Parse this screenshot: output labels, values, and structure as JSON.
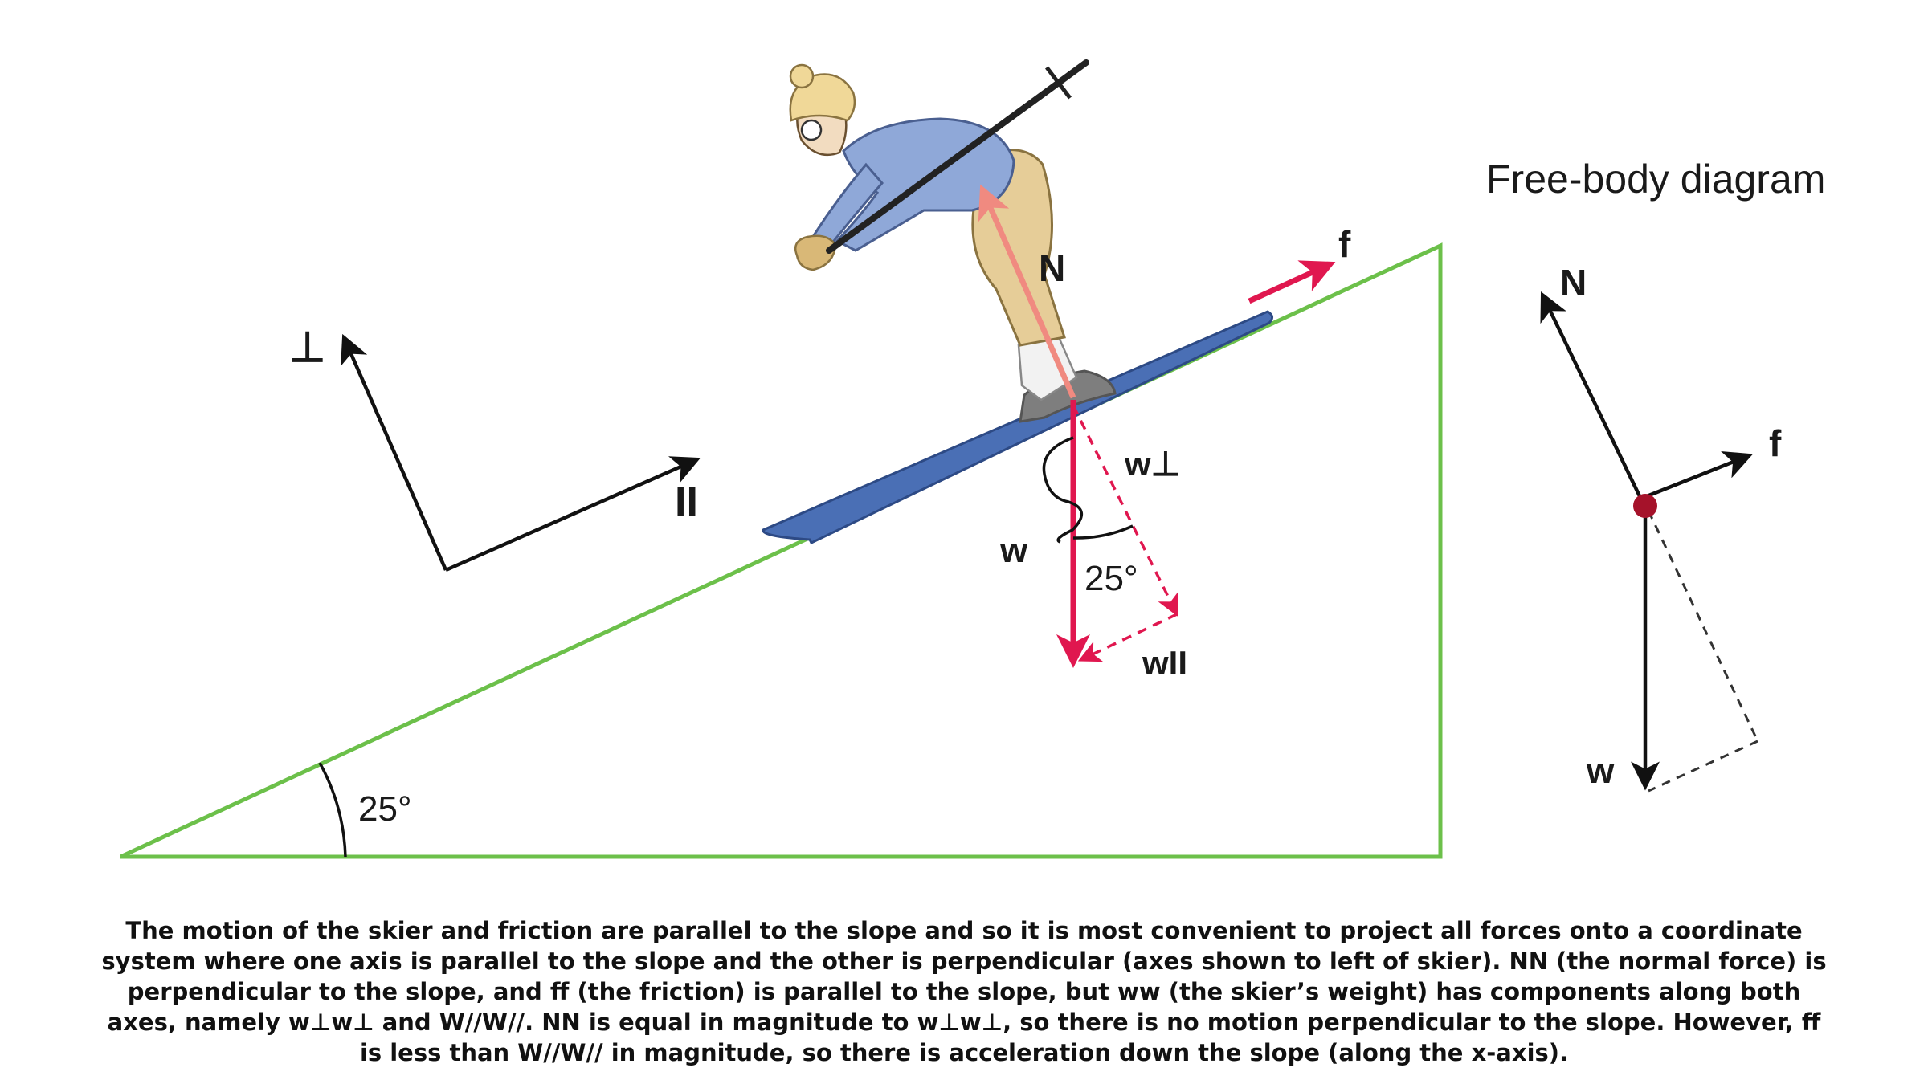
{
  "diagram": {
    "main": {
      "slope_angle_label": "25°",
      "axis_perp_label": "⊥",
      "axis_parallel_label": "II",
      "force_normal_label": "N",
      "force_friction_label": "f",
      "force_weight_label": "w",
      "component_perp_label": "w⊥",
      "component_parallel_label": "wII",
      "weight_angle_label": "25°"
    },
    "fbd": {
      "title": "Free-body diagram",
      "normal_label": "N",
      "friction_label": "f",
      "weight_label": "w"
    },
    "colors": {
      "slope": "#6cc04a",
      "force": "#e0174f",
      "normal_main": "#f08a80",
      "ski": "#4a6fb5",
      "jacket": "#8fa8d8",
      "pants": "#e6cd98",
      "hat": "#f0d898",
      "ink": "#111111",
      "fbd_dot": "#a5122a"
    }
  },
  "caption": "The motion of the skier and friction are parallel to the slope and so it is most convenient to project all forces onto a coordinate system where one axis is parallel to the slope and the other is perpendicular (axes shown to left of skier). NN (the normal force) is perpendicular to the slope, and ff (the friction) is parallel to the slope, but ww (the skier’s weight) has components along both axes, namely w⊥w⊥ and W//W//. NN is equal in magnitude to w⊥w⊥, so there is no motion perpendicular to the slope. However, ff is less than W//W// in magnitude, so there is acceleration down the slope (along the x-axis)."
}
